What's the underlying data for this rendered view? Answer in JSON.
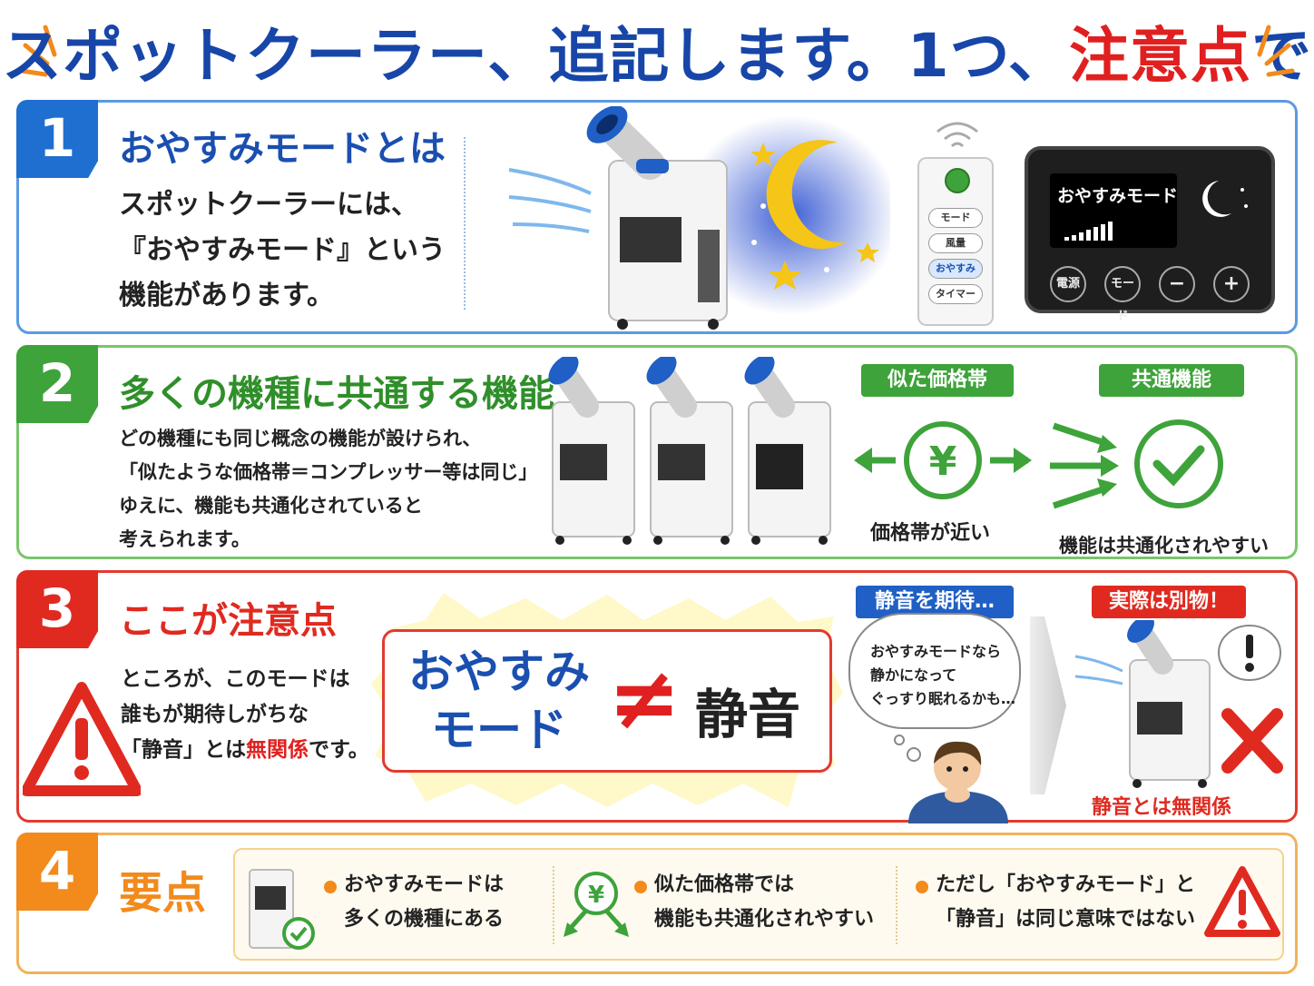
{
  "header": {
    "title_main": "スポットクーラー、追記します。1つ、",
    "title_accent": "注意点",
    "title_end": "です。",
    "colors": {
      "blue": "#1746a8",
      "red": "#e02020"
    }
  },
  "section1": {
    "number": "1",
    "title": "おやすみモードとは",
    "text": "スポットクーラーには、\n『おやすみモード』という\n機能があります。",
    "remote": {
      "buttons": [
        "モード",
        "風量",
        "おやすみ",
        "タイマー"
      ],
      "selected": "おやすみ"
    },
    "display_panel": {
      "screen_text": "おやすみモード",
      "buttons": [
        "電源",
        "モード",
        "−",
        "+"
      ]
    }
  },
  "section2": {
    "number": "2",
    "title": "多くの機種に共通する機能",
    "text": "どの機種にも同じ概念の機能が設けられ、\n「似たような価格帯＝コンプレッサー等は同じ」\nゆえに、機能も共通化されていると\n考えられます。",
    "tag_price": "似た価格帯",
    "tag_common": "共通機能",
    "price_symbol": "¥",
    "caption_price": "価格帯が近い",
    "caption_common": "機能は共通化されやすい"
  },
  "section3": {
    "number": "3",
    "title": "ここが注意点",
    "text_1": "ところが、このモードは\n誰もが期待しがちな\n「静音」とは",
    "text_warn": "無関係",
    "text_2": "です。",
    "eq_left": "おやすみ\nモード",
    "eq_sign": "≠",
    "eq_right": "静音",
    "tag_expect": "静音を期待…",
    "bubble_text": "おやすみモードなら\n静かになって\nぐっすり眠れるかも…",
    "tag_reality": "実際は別物！",
    "caption_unrelated": "静音とは無関係"
  },
  "section4": {
    "number": "4",
    "title": "要点",
    "items": [
      "おやすみモードは\n多くの機種にある",
      "似た価格帯では\n機能も共通化されやすい",
      "ただし「おやすみモード」と\n「静音」は同じ意味ではない"
    ],
    "yen_symbol": "¥"
  }
}
